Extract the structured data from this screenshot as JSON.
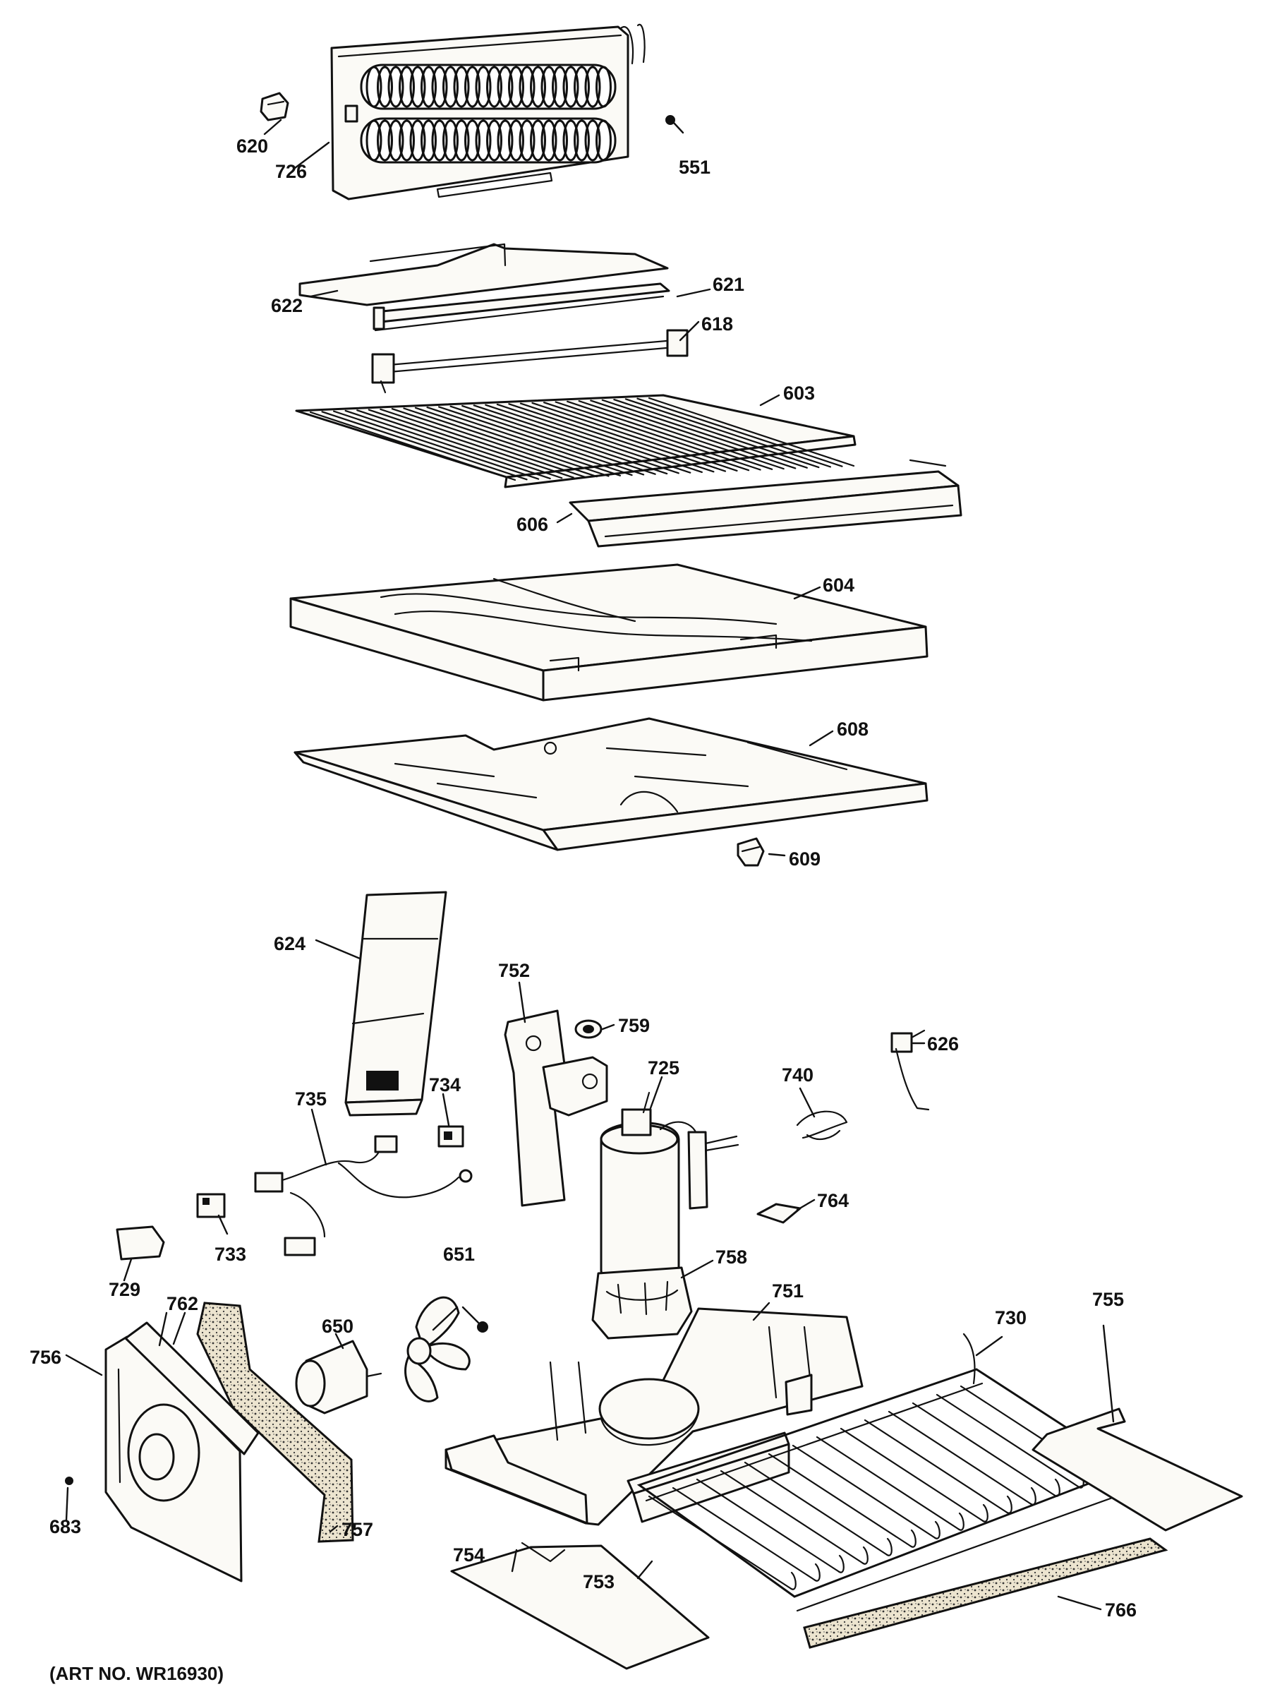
{
  "callouts": {
    "p551": "551",
    "p603": "603",
    "p604": "604",
    "p606": "606",
    "p608": "608",
    "p609": "609",
    "p618": "618",
    "p620": "620",
    "p621": "621",
    "p622": "622",
    "p624": "624",
    "p626": "626",
    "p650": "650",
    "p651": "651",
    "p683": "683",
    "p725": "725",
    "p726": "726",
    "p729": "729",
    "p730": "730",
    "p733": "733",
    "p734": "734",
    "p735": "735",
    "p740": "740",
    "p751": "751",
    "p752": "752",
    "p753": "753",
    "p754": "754",
    "p755": "755",
    "p756": "756",
    "p757": "757",
    "p758": "758",
    "p759": "759",
    "p762": "762",
    "p764": "764",
    "p766": "766"
  },
  "art_number": "(ART NO. WR16930)"
}
